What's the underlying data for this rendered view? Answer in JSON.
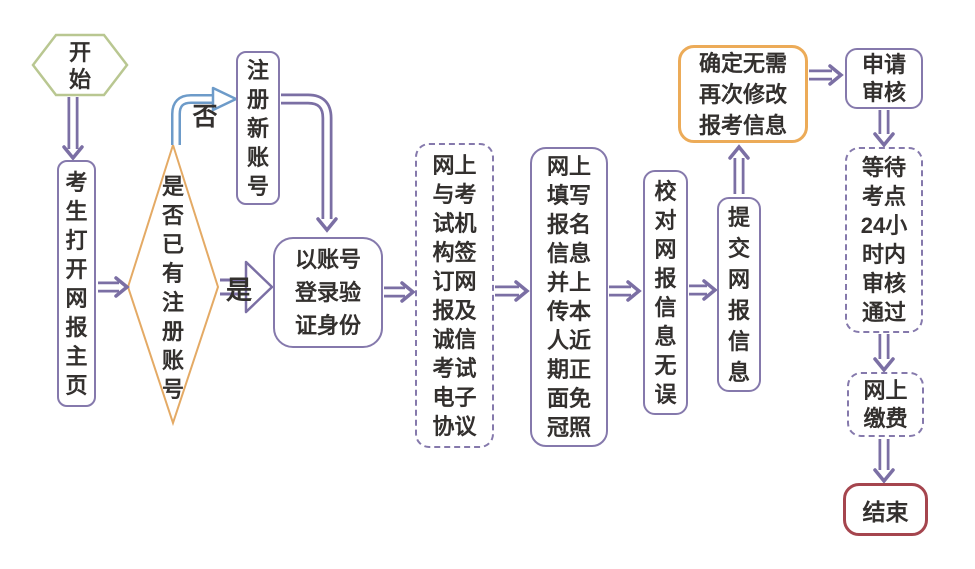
{
  "colors": {
    "purple": "#8579ac",
    "arrow": "#7b6fa4",
    "blue": "#6d9bc9",
    "green": "#b9c791",
    "orange-diamond": "#e4aa65",
    "orange-box": "#ecab58",
    "red": "#a5454e",
    "text": "#33302e",
    "bg": "#ffffff"
  },
  "nodes": {
    "start": {
      "shape": "hexagon",
      "label": "开始",
      "lines": [
        "开",
        "始"
      ]
    },
    "open_homepage": {
      "shape": "rounded-rect",
      "label": "考生打开网报主页",
      "lines": [
        "考",
        "生",
        "打",
        "开",
        "网",
        "报",
        "主",
        "页"
      ]
    },
    "has_account": {
      "shape": "diamond",
      "label": "是否已有注册账号",
      "lines": [
        "是",
        "否",
        "已",
        "有",
        "注",
        "册",
        "账",
        "号"
      ]
    },
    "register_new": {
      "shape": "rounded-rect",
      "label": "注册新账号",
      "lines": [
        "注",
        "册",
        "新",
        "账",
        "号"
      ]
    },
    "login_verify": {
      "shape": "rounded-rect",
      "label": "以账号登录验证身份",
      "lines": [
        "以账号",
        "登录验",
        "证身份"
      ]
    },
    "sign_agreement": {
      "shape": "dashed-rect",
      "label": "网上与考试机构签订网报及诚信考试电子协议",
      "lines": [
        "网上",
        "与考",
        "试机",
        "构签",
        "订网",
        "报及",
        "诚信",
        "考试",
        "电子",
        "协议"
      ]
    },
    "fill_info": {
      "shape": "rounded-rect",
      "label": "网上填写报名信息并上传本人近期正面免冠照",
      "lines": [
        "网上",
        "填写",
        "报名",
        "信息",
        "并上",
        "传本",
        "人近",
        "期正",
        "面免",
        "冠照"
      ]
    },
    "check_info": {
      "shape": "rounded-rect",
      "label": "校对网报信息无误",
      "lines": [
        "校",
        "对",
        "网",
        "报",
        "信",
        "息",
        "无",
        "误"
      ]
    },
    "submit_info": {
      "shape": "rounded-rect",
      "label": "提交网报信息",
      "lines": [
        "提",
        "交",
        "网",
        "报",
        "信",
        "息"
      ]
    },
    "confirm_final": {
      "shape": "orange-rounded",
      "label": "确定无需再次修改报考信息",
      "lines": [
        "确定无需",
        "再次修改",
        "报考信息"
      ]
    },
    "apply_review": {
      "shape": "rounded-rect",
      "label": "申请审核",
      "lines": [
        "申请",
        "审核"
      ]
    },
    "wait_review": {
      "shape": "dashed-rect",
      "label": "等待考点24小时内审核通过",
      "lines": [
        "等待",
        "考点",
        "24小",
        "时内",
        "审核",
        "通过"
      ]
    },
    "pay_online": {
      "shape": "dashed-rect",
      "label": "网上缴费",
      "lines": [
        "网上",
        "缴费"
      ]
    },
    "end": {
      "shape": "red-rounded",
      "label": "结束",
      "lines": [
        "结束"
      ]
    }
  },
  "edge_labels": {
    "yes": "是",
    "no": "否"
  }
}
